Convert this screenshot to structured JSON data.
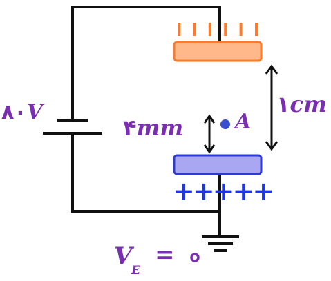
{
  "colors": {
    "wire": "#111111",
    "top_plate_fill": "#ffb88a",
    "top_plate_stroke": "#ff7a2a",
    "negative_charge": "#ff7a2a",
    "bottom_plate_fill": "#a9a6f2",
    "bottom_plate_stroke": "#2e3ad6",
    "positive_charge": "#1f35e0",
    "point_dot": "#3a4fd0",
    "label": "#7a2fb0"
  },
  "labels": {
    "voltage_value": "۸۰",
    "voltage_unit": "V",
    "separation_value": "۱",
    "separation_unit": "cm",
    "point_distance_value": "۴",
    "point_distance_unit": "mm",
    "point_name": "A",
    "ground_potential_symbol": "V",
    "ground_potential_subscript": "E",
    "ground_potential_equals": "=",
    "ground_potential_value": "۰"
  },
  "charges": {
    "top_plate": "negative",
    "top_plate_count": 6,
    "bottom_plate": "positive",
    "bottom_plate_symbols": "+++++"
  }
}
